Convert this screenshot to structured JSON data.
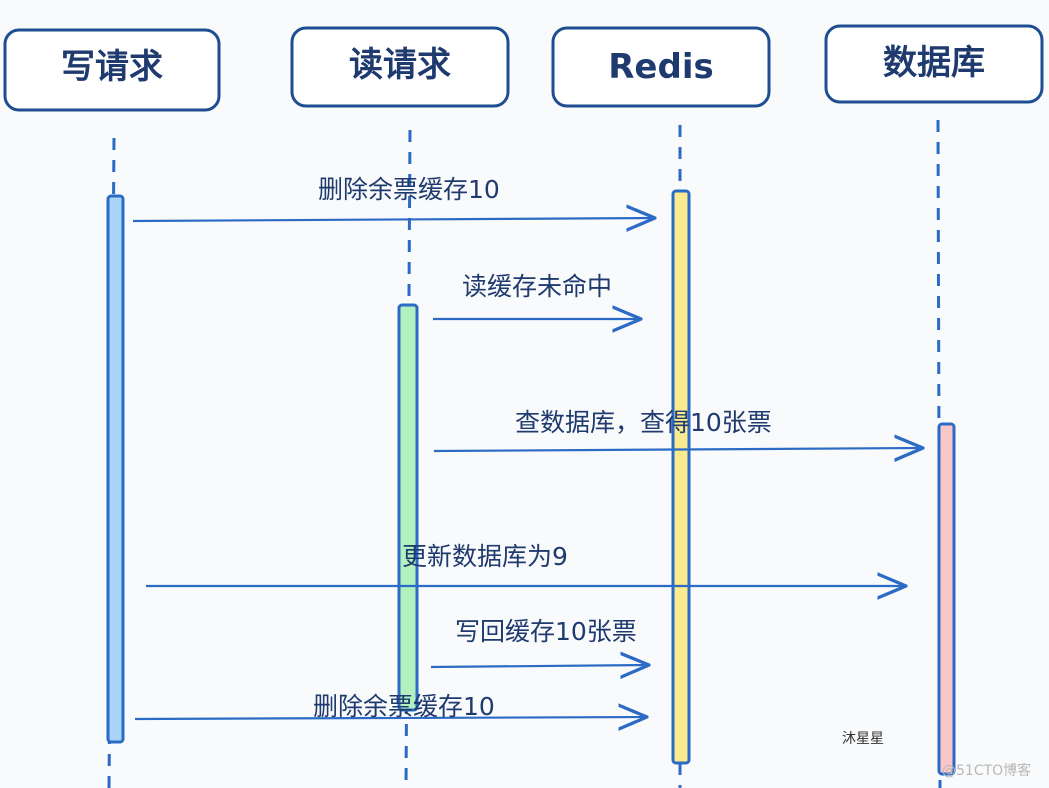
{
  "actors": {
    "write_request": "写请求",
    "read_request": "读请求",
    "redis": "Redis",
    "database": "数据库"
  },
  "messages": [
    "删除余票缓存10",
    "读缓存未命中",
    "查数据库，查得10张票",
    "更新数据库为9",
    "写回缓存10张票",
    "删除余票缓存10"
  ],
  "colors": {
    "write_bar": "#a9d4f7",
    "read_bar": "#b2f0bf",
    "redis_bar": "#fbea8e",
    "db_bar": "#f9c6c9",
    "line": "#2b6bc6"
  },
  "footer": {
    "author": "沐星星",
    "watermark": "@51CTO博客"
  }
}
